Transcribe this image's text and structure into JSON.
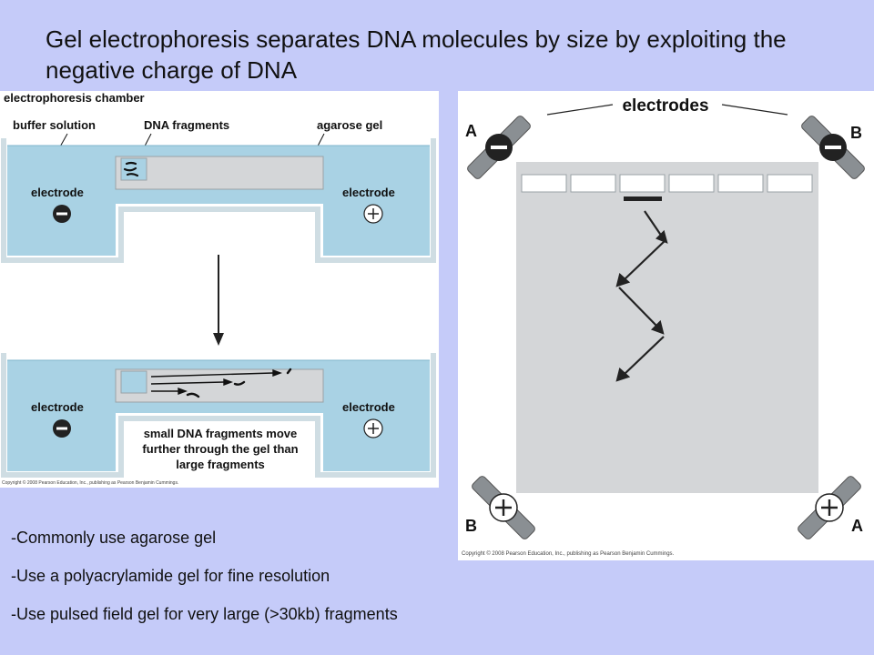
{
  "slide": {
    "title": "Gel electrophoresis separates DNA molecules by size by exploiting the negative charge of DNA"
  },
  "left_figure": {
    "chamber_label": "electrophoresis chamber",
    "buffer_label": "buffer solution",
    "dna_label": "DNA fragments",
    "gel_label": "agarose gel",
    "electrode_label": "electrode",
    "negative_symbol": "−",
    "positive_symbol": "+",
    "caption_line1": "small DNA fragments move",
    "caption_line2": "further through the gel than",
    "caption_line3": "large fragments",
    "copyright": "Copyright © 2008 Pearson Education, Inc., publishing as Pearson Benjamin Cummings.",
    "colors": {
      "buffer": "#a9d2e4",
      "gel": "#d4d6d8",
      "tank": "#dde6ea"
    }
  },
  "right_figure": {
    "electrodes_label": "electrodes",
    "label_a": "A",
    "label_b": "B",
    "negative_symbol": "−",
    "positive_symbol": "+",
    "lane_count": 6,
    "copyright": "Copyright © 2008 Pearson Education, Inc., publishing as Pearson Benjamin Cummings.",
    "colors": {
      "gel": "#d4d6d8",
      "rod": "#8a8f93"
    }
  },
  "bullets": [
    "-Commonly use agarose gel",
    "-Use a polyacrylamide gel for fine resolution",
    "-Use pulsed field gel for very large (>30kb) fragments"
  ]
}
